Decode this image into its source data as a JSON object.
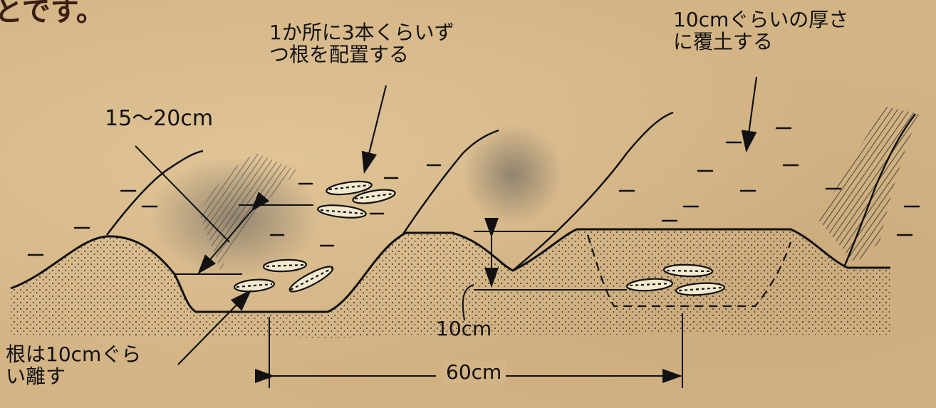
{
  "header": {
    "text": "とです。"
  },
  "labels": {
    "roots_per_spot": [
      "1か所に3本くらいず",
      "つ根を配置する"
    ],
    "cover_soil": [
      "10cmぐらいの厚さ",
      "に覆土する"
    ],
    "depth_range": "15～20cm",
    "depth_10cm": "10cm",
    "width_60cm": "60cm",
    "root_spacing": [
      "根は10cmぐら",
      "い離す"
    ]
  },
  "colors": {
    "paper": "#d3b485",
    "ink": "#111111",
    "header_text": "#3a1e12"
  }
}
